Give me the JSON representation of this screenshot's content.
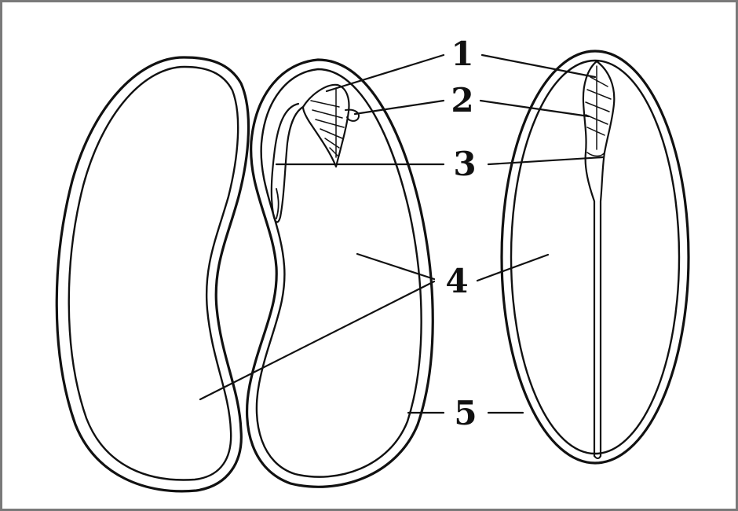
{
  "diagram": {
    "labels": [
      {
        "id": "1",
        "text": "1"
      },
      {
        "id": "2",
        "text": "2"
      },
      {
        "id": "3",
        "text": "3"
      },
      {
        "id": "4",
        "text": "4"
      },
      {
        "id": "5",
        "text": "5"
      }
    ]
  },
  "colors": {
    "ink": "#111111",
    "frame": "#7a7a7a",
    "background": "#ffffff"
  }
}
